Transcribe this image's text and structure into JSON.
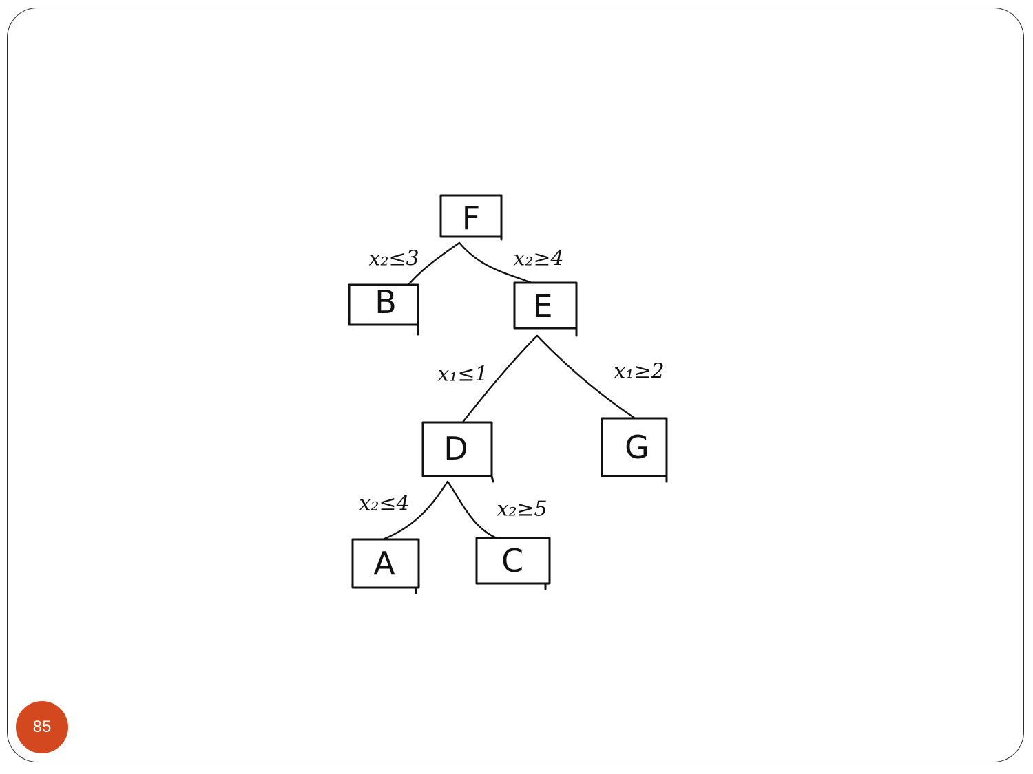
{
  "slide": {
    "page_number": "85",
    "badge_color": "#d4481f"
  },
  "tree": {
    "nodes": {
      "F": "F",
      "B": "B",
      "E": "E",
      "D": "D",
      "G": "G",
      "A": "A",
      "C": "C"
    },
    "edges": {
      "F_B": "x₂≤3",
      "F_E": "x₂≥4",
      "E_D": "x₁≤1",
      "E_G": "x₁≥2",
      "D_A": "x₂≤4",
      "D_C": "x₂≥5"
    }
  }
}
